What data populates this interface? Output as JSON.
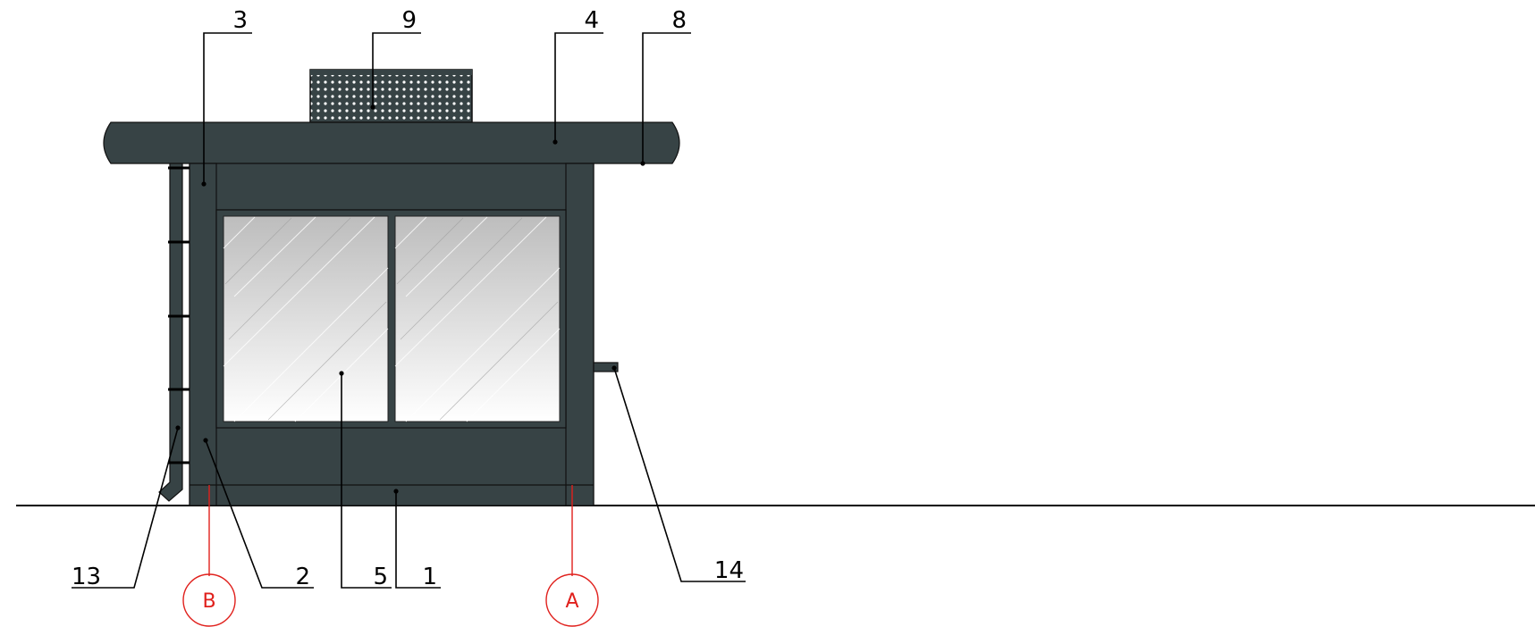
{
  "drawing": {
    "colors": {
      "panel": "#374345",
      "glass_top": "#bdbdbd",
      "glass_bottom": "#ffffff",
      "axis": "#e0201c",
      "line": "#000000"
    },
    "callouts": {
      "c1": "1",
      "c2": "2",
      "c3": "3",
      "c4": "4",
      "c5": "5",
      "c8": "8",
      "c9": "9",
      "c13": "13",
      "c14": "14"
    },
    "axes": {
      "a": "A",
      "b": "B"
    }
  }
}
